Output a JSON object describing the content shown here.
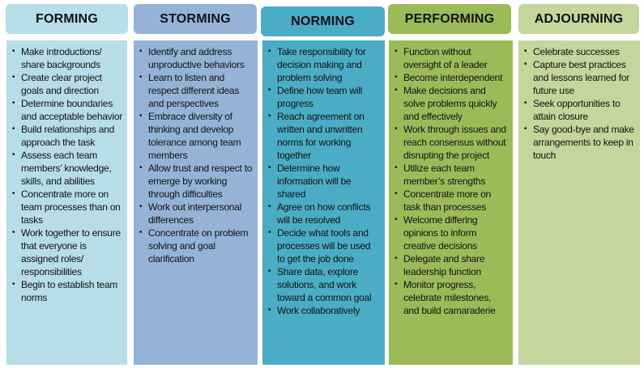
{
  "stages": [
    {
      "title": "FORMING",
      "color": "#b7dde8",
      "items": [
        "Make introductions/ share backgrounds",
        "Create clear project goals and direction",
        "Determine boundaries and acceptable behavior",
        "Build relationships and approach the task",
        "Assess  each team members’ knowledge, skills,  and abilities",
        "Concentrate more on team processes than on tasks",
        "Work together to ensure that everyone is assigned roles/ responsibilities",
        "Begin to establish team norms"
      ]
    },
    {
      "title": "STORMING",
      "color": "#95b3d7",
      "items": [
        "Identify and address unproductive behaviors",
        "Learn to listen and respect different ideas and perspectives",
        "Embrace diversity of thinking  and develop tolerance among team members",
        "Allow trust and respect to emerge by working through difficulties",
        "Work out interpersonal differences",
        "Concentrate on problem solving  and goal clarification"
      ]
    },
    {
      "title": "NORMING",
      "color": "#4bacc6",
      "items": [
        "Take responsibility for decision making and problem solving",
        "Define how team will progress",
        "Reach agreement on written and unwritten norms for working together",
        "Determine how information will be shared",
        "Agree on how conflicts will be resolved",
        "Decide what tools and processes will be used to get the job done",
        "Share data, explore solutions, and work toward a common goal",
        "Work collaboratively"
      ]
    },
    {
      "title": "PERFORMING",
      "color": "#9bbb59",
      "items": [
        "Function without oversight of a leader",
        "Become interdependent",
        "Make decisions and solve problems quickly and effectively",
        "Work through issues and reach consensus without disrupting the project",
        "Utilize each team member’s strengths",
        "Concentrate more on task than processes",
        "Welcome differing opinions to inform creative decisions",
        "Delegate and share leadership function",
        "Monitor progress, celebrate milestones, and build camaraderie"
      ]
    },
    {
      "title": "ADJOURNING",
      "color": "#c3d69b",
      "items": [
        "Celebrate successes",
        "Capture best practices and lessons learned for future use",
        "Seek opportunities to attain closure",
        "Say good-bye and make arrangements to keep in touch"
      ]
    }
  ]
}
